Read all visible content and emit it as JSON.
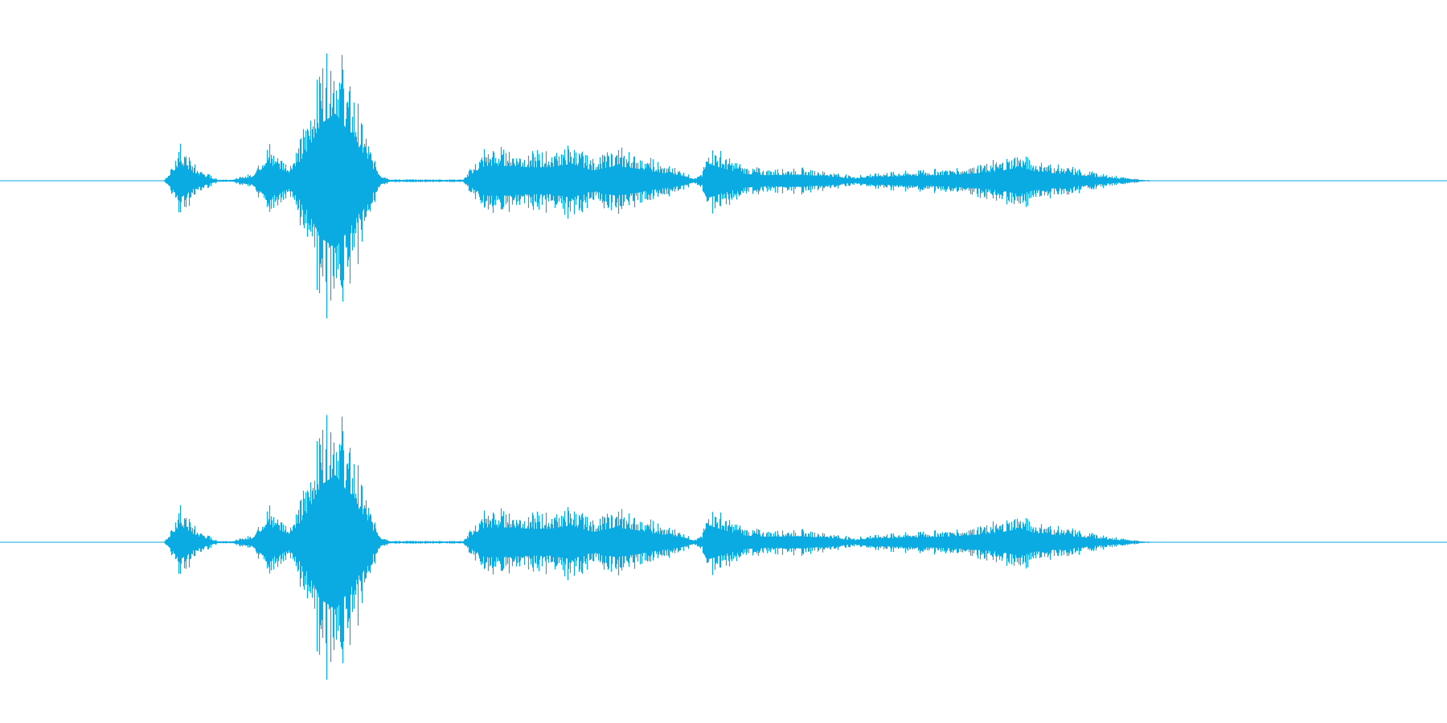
{
  "chart_data": {
    "type": "area",
    "description_kind": "audio waveform",
    "channels": [
      {
        "x": [
          0,
          0.08,
          0.113,
          0.115,
          0.125,
          0.135,
          0.15,
          0.16,
          0.174,
          0.185,
          0.2,
          0.21,
          0.222,
          0.232,
          0.245,
          0.255,
          0.263,
          0.27,
          0.275,
          0.285,
          0.32,
          0.326,
          0.335,
          0.35,
          0.365,
          0.38,
          0.395,
          0.41,
          0.425,
          0.44,
          0.455,
          0.47,
          0.48,
          0.485,
          0.49,
          0.5,
          0.515,
          0.53,
          0.55,
          0.57,
          0.59,
          0.6,
          0.61,
          0.63,
          0.66,
          0.68,
          0.69,
          0.705,
          0.715,
          0.725,
          0.74,
          0.76,
          0.78,
          0.787,
          0.8,
          1
        ],
        "amplitude": [
          0,
          0,
          0,
          0.03,
          0.25,
          0.1,
          0.01,
          0.01,
          0.05,
          0.25,
          0.12,
          0.35,
          0.85,
          1.0,
          0.6,
          0.25,
          0.05,
          0.01,
          0.01,
          0.01,
          0.01,
          0.1,
          0.22,
          0.22,
          0.2,
          0.2,
          0.25,
          0.15,
          0.22,
          0.18,
          0.12,
          0.08,
          0.02,
          0.05,
          0.25,
          0.18,
          0.1,
          0.08,
          0.09,
          0.07,
          0.03,
          0.05,
          0.06,
          0.07,
          0.09,
          0.12,
          0.14,
          0.2,
          0.14,
          0.12,
          0.09,
          0.05,
          0.02,
          0.01,
          0.0,
          0
        ]
      },
      {
        "x": [
          0,
          0.08,
          0.113,
          0.115,
          0.125,
          0.135,
          0.15,
          0.16,
          0.174,
          0.185,
          0.2,
          0.21,
          0.222,
          0.232,
          0.245,
          0.255,
          0.263,
          0.27,
          0.275,
          0.285,
          0.32,
          0.326,
          0.335,
          0.35,
          0.365,
          0.38,
          0.395,
          0.41,
          0.425,
          0.44,
          0.455,
          0.47,
          0.48,
          0.485,
          0.49,
          0.5,
          0.515,
          0.53,
          0.55,
          0.57,
          0.59,
          0.6,
          0.61,
          0.63,
          0.66,
          0.68,
          0.69,
          0.705,
          0.715,
          0.725,
          0.74,
          0.76,
          0.78,
          0.787,
          0.8,
          1
        ],
        "amplitude": [
          0,
          0,
          0,
          0.03,
          0.25,
          0.1,
          0.01,
          0.01,
          0.05,
          0.25,
          0.12,
          0.35,
          0.85,
          1.0,
          0.6,
          0.25,
          0.05,
          0.01,
          0.01,
          0.01,
          0.01,
          0.1,
          0.22,
          0.22,
          0.2,
          0.2,
          0.25,
          0.15,
          0.22,
          0.18,
          0.12,
          0.08,
          0.02,
          0.05,
          0.25,
          0.18,
          0.1,
          0.08,
          0.09,
          0.07,
          0.03,
          0.05,
          0.06,
          0.07,
          0.09,
          0.12,
          0.14,
          0.2,
          0.14,
          0.12,
          0.09,
          0.05,
          0.02,
          0.01,
          0.0,
          0
        ]
      }
    ],
    "xlim": [
      0,
      1
    ],
    "ylim": [
      -1,
      1
    ],
    "grid": false,
    "legend": "none",
    "colors": {
      "waveform": "#0AAAE2",
      "background": "#FFFFFF"
    }
  }
}
